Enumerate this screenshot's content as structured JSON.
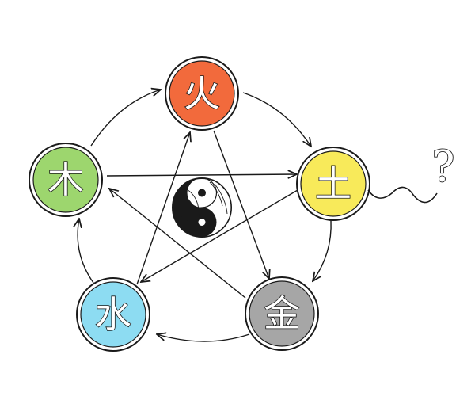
{
  "diagram": {
    "elements": [
      {
        "id": "fire",
        "label": "火",
        "color": "#f26a3c"
      },
      {
        "id": "earth",
        "label": "土",
        "color": "#f8ea5a"
      },
      {
        "id": "metal",
        "label": "金",
        "color": "#a6a6a6"
      },
      {
        "id": "water",
        "label": "水",
        "color": "#8ddcf2"
      },
      {
        "id": "wood",
        "label": "木",
        "color": "#9dd66e"
      }
    ],
    "question_mark": "?",
    "center_symbol": "yin-yang-icon"
  }
}
